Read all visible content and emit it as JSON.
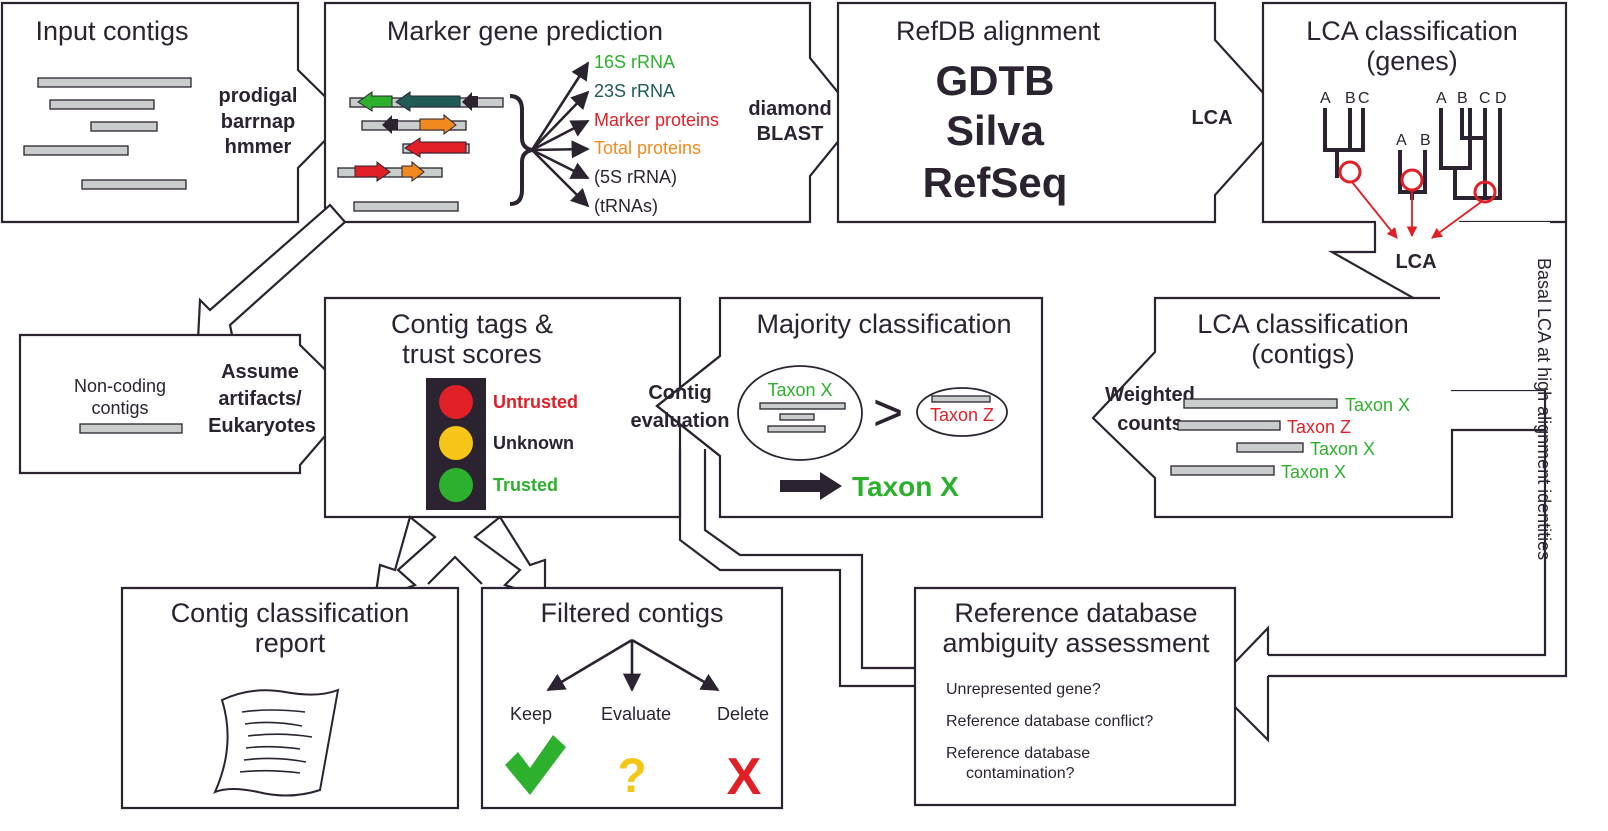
{
  "colors": {
    "dark": "#2b2330",
    "green": "#2db02d",
    "teal_green": "#1f5c55",
    "red": "#e01f26",
    "orange": "#f08a1e",
    "yellow": "#f5c517",
    "bar_gray": "#c9cdcc"
  },
  "input": {
    "title": "Input contigs",
    "tools": [
      "prodigal",
      "barrnap",
      "hmmer"
    ]
  },
  "marker": {
    "title": "Marker gene prediction",
    "categories": [
      "16S rRNA",
      "23S rRNA",
      "Marker proteins",
      "Total proteins",
      "(5S rRNA)",
      "(tRNAs)"
    ],
    "tools": [
      "diamond",
      "BLAST"
    ]
  },
  "refdb": {
    "title": "RefDB alignment",
    "dbs": [
      "GDTB",
      "Silva",
      "RefSeq"
    ],
    "arrow_label": "LCA"
  },
  "lca_genes": {
    "title_lines": [
      "LCA classification",
      "(genes)"
    ],
    "tree1_leaves": [
      "A",
      "B",
      "C"
    ],
    "tree2_leaves": [
      "A",
      "B"
    ],
    "tree3_leaves": [
      "A",
      "B",
      "C",
      "D"
    ],
    "down_label": "LCA"
  },
  "side_label": "Basal LCA at high alignment identities",
  "lca_contigs": {
    "title_lines": [
      "LCA classification",
      "(contigs)"
    ],
    "arrow_lines": [
      "Weighted",
      "counts"
    ],
    "taxa": [
      "Taxon X",
      "Taxon Z",
      "Taxon X",
      "Taxon X"
    ]
  },
  "majority": {
    "title": "Majority classification",
    "left_taxon": "Taxon X",
    "gt": ">",
    "right_taxon": "Taxon Z",
    "result": "Taxon X",
    "arrow_lines": [
      "Contig",
      "evaluation"
    ]
  },
  "tags": {
    "title_lines": [
      "Contig tags &",
      "trust scores"
    ],
    "lights": [
      "Untrusted",
      "Unknown",
      "Trusted"
    ]
  },
  "noncoding": {
    "label_lines": [
      "Non-coding",
      "contigs"
    ],
    "arrow_lines": [
      "Assume",
      "artifacts/",
      "Eukaryotes"
    ]
  },
  "report": {
    "title_lines": [
      "Contig classification",
      "report"
    ]
  },
  "filtered": {
    "title": "Filtered contigs",
    "options": [
      "Keep",
      "Evaluate",
      "Delete"
    ],
    "symbols": [
      "?",
      "X"
    ]
  },
  "refamb": {
    "title_lines": [
      "Reference database",
      "ambiguity assessment"
    ],
    "questions": [
      "Unrepresented gene?",
      "Reference database conflict?"
    ],
    "question3_lines": [
      "Reference database",
      "contamination?"
    ]
  }
}
